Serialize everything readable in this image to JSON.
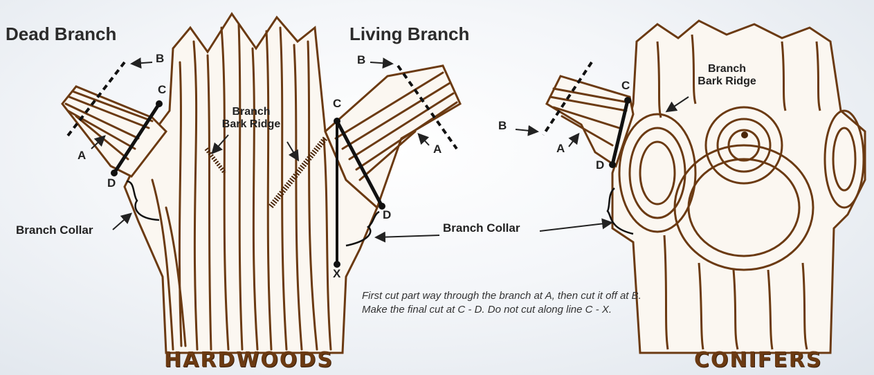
{
  "titles": {
    "dead_branch": "Dead Branch",
    "living_branch": "Living Branch"
  },
  "labels": {
    "branch_bark_ridge_line1": "Branch",
    "branch_bark_ridge_line2": "Bark Ridge",
    "branch_collar": "Branch Collar"
  },
  "points": {
    "a": "A",
    "b": "B",
    "c": "C",
    "d": "D",
    "x": "X"
  },
  "instructions": "First cut part way through the branch at A, then cut it off at B. Make the final cut at C - D. Do not cut along line C - X.",
  "footers": {
    "hardwoods": "HARDWOODS",
    "conifers": "CONIFERS"
  },
  "colors": {
    "bark": "#6b3a12",
    "bark_dark": "#4a260a",
    "cut_line": "#111111",
    "background": "#eef1f5"
  }
}
